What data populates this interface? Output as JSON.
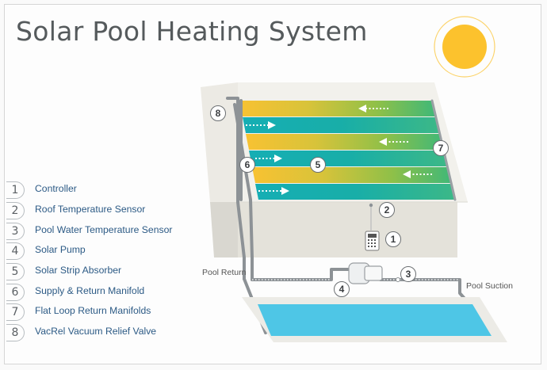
{
  "title": "Solar Pool Heating System",
  "legend": [
    {
      "num": "1",
      "label": "Controller"
    },
    {
      "num": "2",
      "label": "Roof Temperature Sensor"
    },
    {
      "num": "3",
      "label": "Pool Water Temperature Sensor"
    },
    {
      "num": "4",
      "label": "Solar Pump"
    },
    {
      "num": "5",
      "label": "Solar Strip Absorber"
    },
    {
      "num": "6",
      "label": "Supply & Return Manifold"
    },
    {
      "num": "7",
      "label": "Flat Loop Return Manifolds"
    },
    {
      "num": "8",
      "label": "VacRel  Vacuum Relief Valve"
    }
  ],
  "callouts": [
    "1",
    "2",
    "3",
    "4",
    "5",
    "6",
    "7",
    "8"
  ],
  "pipe_labels": {
    "return": "Pool Return",
    "suction": "Pool Suction"
  },
  "colors": {
    "sun": "#fcc22d",
    "absorber_warm": "#f7c033",
    "absorber_cool": "#1eb0b2",
    "pool_water": "#4ec6e6",
    "legend_text": "#2c5a85"
  }
}
